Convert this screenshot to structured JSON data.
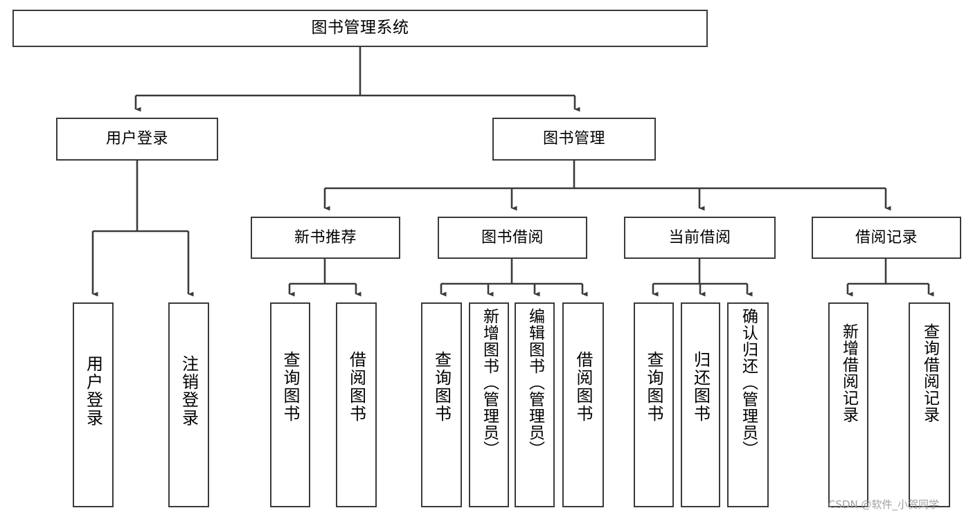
{
  "diagram": {
    "title": "图书管理系统",
    "type": "tree-hierarchy-chart",
    "root": {
      "id": "root",
      "label": "图书管理系统"
    },
    "level1": [
      {
        "id": "user-login",
        "label": "用户登录"
      },
      {
        "id": "book-manage",
        "label": "图书管理"
      }
    ],
    "level2": [
      {
        "id": "new-book-recommend",
        "label": "新书推荐",
        "parent": "book-manage"
      },
      {
        "id": "book-borrow",
        "label": "图书借阅",
        "parent": "book-manage"
      },
      {
        "id": "current-borrow",
        "label": "当前借阅",
        "parent": "book-manage"
      },
      {
        "id": "borrow-record",
        "label": "借阅记录",
        "parent": "book-manage"
      }
    ],
    "leaves": {
      "user_login": [
        {
          "id": "leaf-user-login",
          "label": "用户登录"
        },
        {
          "id": "leaf-logout-login",
          "label": "注销登录"
        }
      ],
      "new_book_recommend": [
        {
          "id": "leaf-query-book-1",
          "label": "查询图书"
        },
        {
          "id": "leaf-borrow-book-1",
          "label": "借阅图书"
        }
      ],
      "book_borrow": [
        {
          "id": "leaf-query-book-2",
          "label": "查询图书"
        },
        {
          "id": "leaf-add-book",
          "label": "新增图书（管理员）"
        },
        {
          "id": "leaf-edit-book",
          "label": "编辑图书（管理员）"
        },
        {
          "id": "leaf-borrow-book-2",
          "label": "借阅图书"
        }
      ],
      "current_borrow": [
        {
          "id": "leaf-query-book-3",
          "label": "查询图书"
        },
        {
          "id": "leaf-return-book",
          "label": "归还图书"
        },
        {
          "id": "leaf-confirm-return",
          "label": "确认归还（管理员）"
        }
      ],
      "borrow_record": [
        {
          "id": "leaf-add-record",
          "label": "新增借阅记录"
        },
        {
          "id": "leaf-query-record",
          "label": "查询借阅记录"
        }
      ]
    }
  },
  "watermark": {
    "text": "CSDN @软件_小贺同学"
  },
  "colors": {
    "stroke": "#3a3a3a",
    "background": "#ffffff",
    "text": "#000000",
    "watermark": "#9a9a9a"
  }
}
